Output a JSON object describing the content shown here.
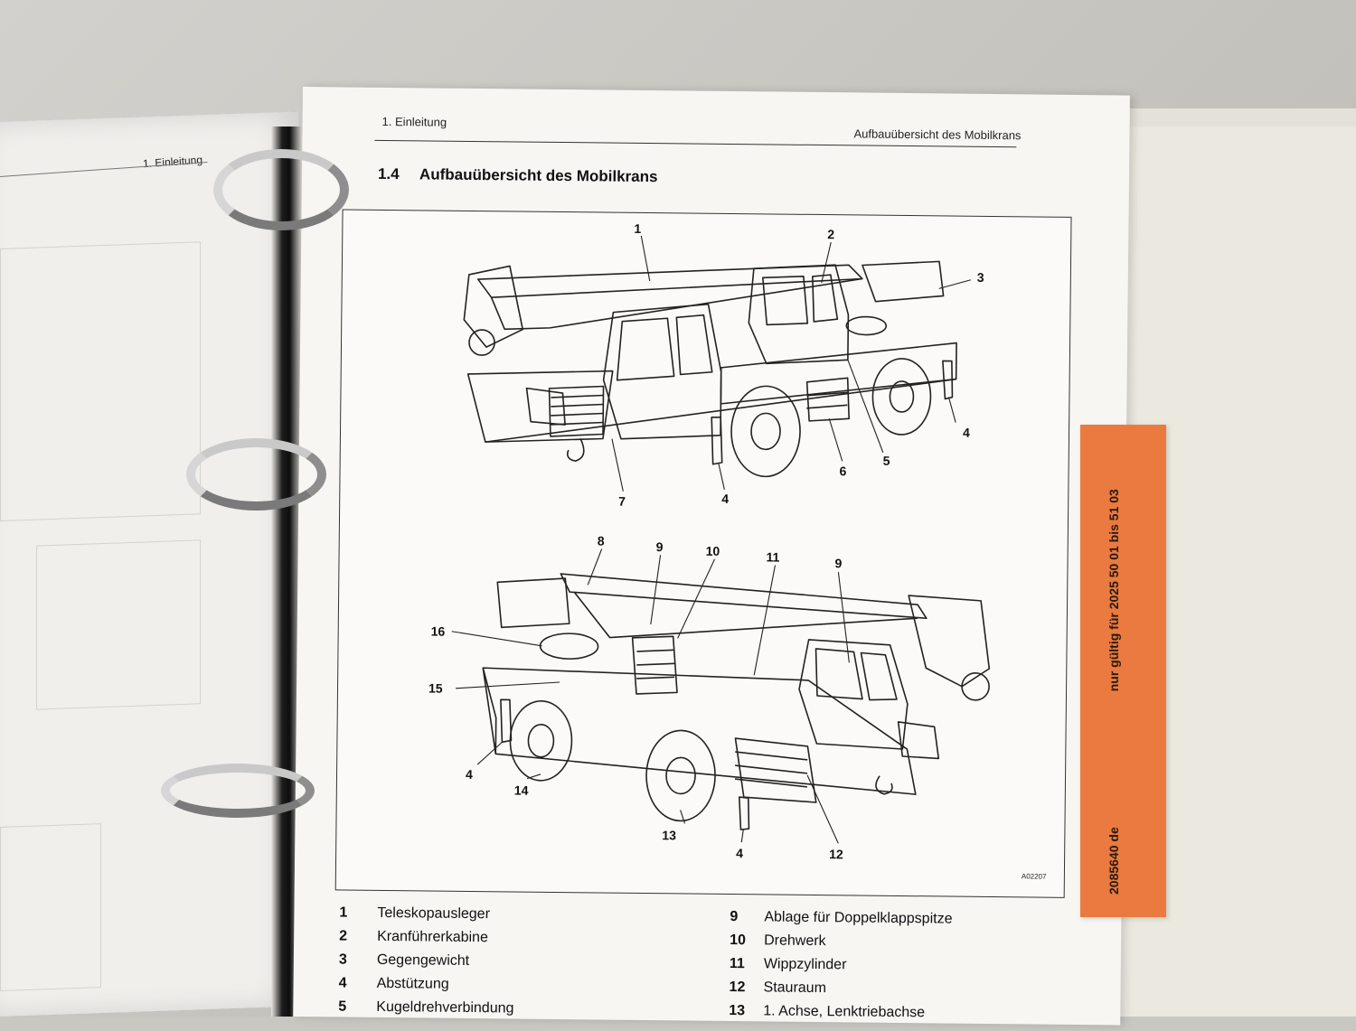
{
  "left_page": {
    "header": "1. Einleitung"
  },
  "page": {
    "running_head_left": "1. Einleitung",
    "running_head_right": "Aufbauübersicht des Mobilkrans",
    "section_number": "1.4",
    "section_title": "Aufbauübersicht des Mobilkrans"
  },
  "figure": {
    "code": "A02207",
    "callouts_top": [
      "1",
      "2",
      "3",
      "4",
      "5",
      "6",
      "7",
      "4"
    ],
    "callouts_bottom": [
      "8",
      "9",
      "10",
      "11",
      "9",
      "16",
      "15",
      "4",
      "14",
      "13",
      "4",
      "12"
    ]
  },
  "legend": {
    "left": [
      {
        "n": "1",
        "label": "Teleskopausleger"
      },
      {
        "n": "2",
        "label": "Kranführerkabine"
      },
      {
        "n": "3",
        "label": "Gegengewicht"
      },
      {
        "n": "4",
        "label": "Abstützung"
      },
      {
        "n": "5",
        "label": "Kugeldrehverbindung"
      }
    ],
    "right": [
      {
        "n": "9",
        "label": "Ablage für Doppelklappspitze"
      },
      {
        "n": "10",
        "label": "Drehwerk"
      },
      {
        "n": "11",
        "label": "Wippzylinder"
      },
      {
        "n": "12",
        "label": "Stauraum"
      },
      {
        "n": "13",
        "label": "1. Achse, Lenktriebachse"
      }
    ]
  },
  "tab": {
    "doc_number": "2085640 de",
    "validity": "nur gültig für 2025 50 01 bis 51 03"
  },
  "colors": {
    "tab": "#ea7a3f",
    "paper": "#f7f6f3"
  }
}
